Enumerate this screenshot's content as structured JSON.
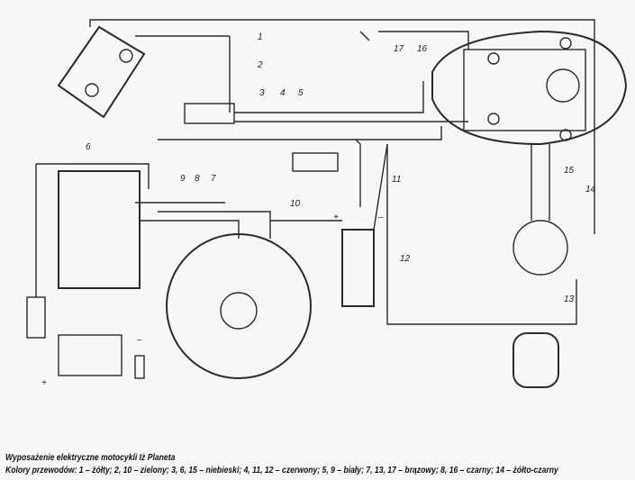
{
  "diagram": {
    "wire_labels": [
      "1",
      "2",
      "3",
      "4",
      "5",
      "6",
      "7",
      "8",
      "9",
      "10",
      "11",
      "12",
      "13",
      "14",
      "15",
      "16",
      "17"
    ],
    "polarity": {
      "plus": "+",
      "minus": "–"
    }
  },
  "caption": {
    "title": "Wyposażenie elektryczne motocykli Iż Planeta",
    "legend": "Kolory przewodów: 1 – żółty; 2, 10 – zielony; 3, 6, 15 – niebieski; 4, 11, 12 – czerwony; 5, 9 – biały; 7, 13, 17 – brązowy; 8, 16 – czarny; 14 – żółto-czarny"
  }
}
